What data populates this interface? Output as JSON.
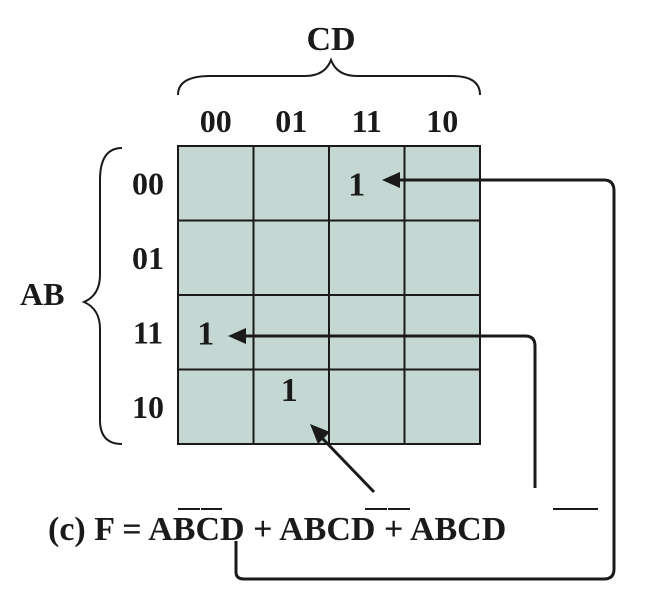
{
  "kmap": {
    "col_var": "CD",
    "row_var": "AB",
    "col_labels": [
      "00",
      "01",
      "11",
      "10"
    ],
    "row_labels": [
      "00",
      "01",
      "11",
      "10"
    ],
    "cells": [
      [
        "",
        "",
        "1",
        ""
      ],
      [
        "",
        "",
        "",
        ""
      ],
      [
        "1",
        "",
        "",
        ""
      ],
      [
        "",
        "1",
        "",
        ""
      ]
    ]
  },
  "equation": {
    "prefix": "(c) F = ",
    "terms": [
      "ABCD",
      "ABCD",
      "ABCD"
    ],
    "operator": " + "
  },
  "colors": {
    "cell_fill": "#c5d7d2",
    "ink": "#1a1a1a"
  }
}
